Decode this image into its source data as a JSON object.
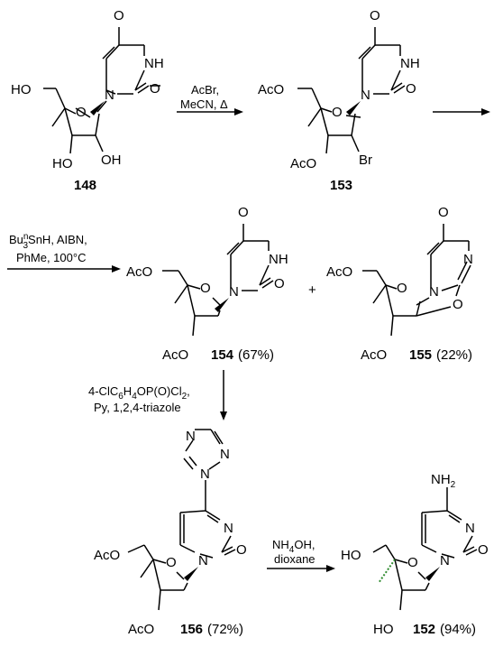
{
  "compounds": {
    "c148": "148",
    "c153": "153",
    "c154": "154",
    "c154_yield": "(67%)",
    "c155": "155",
    "c155_yield": "(22%)",
    "c156": "156",
    "c156_yield": "(72%)",
    "c152": "152",
    "c152_yield": "(94%)"
  },
  "atoms": {
    "O": "O",
    "NH": "NH",
    "N": "N",
    "HO": "HO",
    "OH": "OH",
    "AcO": "AcO",
    "Br": "Br",
    "NH2_N": "NH",
    "NH2_sub": "2",
    "plus": "+"
  },
  "steps": {
    "step1_line1": "AcBr,",
    "step1_line2": "MeCN, Δ",
    "step2_line1_a": "Bu",
    "step2_line1_sup": "n",
    "step2_line1_sub": "3",
    "step2_line1_b": "SnH, AIBN,",
    "step2_line2": "PhMe, 100°C",
    "step3_line1_a": "4-ClC",
    "step3_line1_s1": "6",
    "step3_line1_b": "H",
    "step3_line1_s2": "4",
    "step3_line1_c": "OP(O)Cl",
    "step3_line1_s3": "2",
    "step3_line1_d": ",",
    "step3_line2": "Py, 1,2,4-triazole",
    "step4_line1_a": "NH",
    "step4_line1_sub": "4",
    "step4_line1_b": "OH,",
    "step4_line2": "dioxane"
  },
  "colors": {
    "ink": "#000000",
    "methyl_highlight": "#2e8b2e"
  }
}
